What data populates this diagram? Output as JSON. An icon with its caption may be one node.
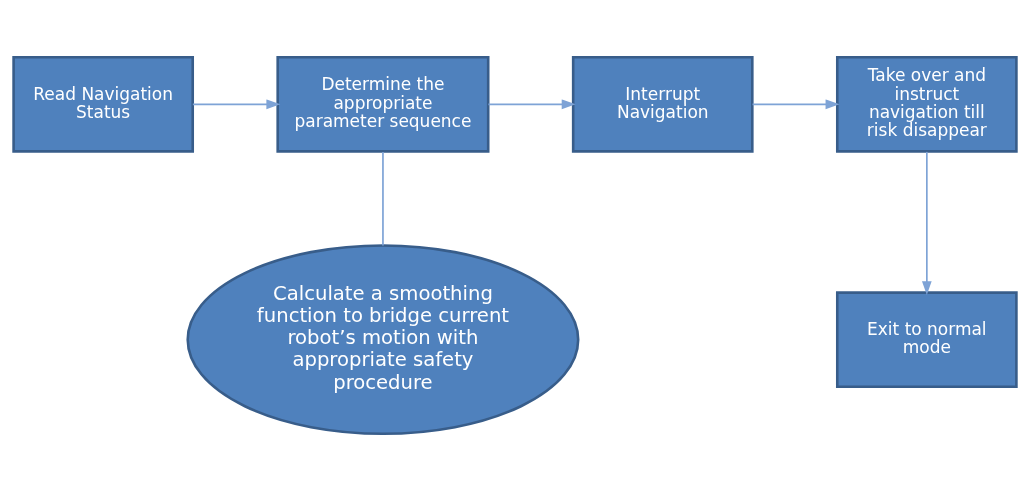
{
  "diagram": {
    "nodes": [
      {
        "text": [
          "Read Navigation Status"
        ]
      },
      {
        "text": [
          "Determine the appropriate parameter sequence"
        ]
      },
      {
        "text": [
          "Interrupt Navigation"
        ]
      },
      {
        "text": [
          "Take over and instruct navigation till risk disappear"
        ]
      },
      {
        "text": [
          "Exit to normal mode"
        ]
      },
      {
        "text": [
          "Calculate a smoothing function to bridge current robot’s motion with appropriate safety procedure"
        ]
      }
    ],
    "edges": [
      {
        "from": 0,
        "to": 1,
        "arrow": "to"
      },
      {
        "from": 1,
        "to": 2,
        "arrow": "to"
      },
      {
        "from": 2,
        "to": 3,
        "arrow": "to"
      },
      {
        "from": 3,
        "to": 4,
        "arrow": "to"
      },
      {
        "from": 1,
        "to": 5,
        "arrow": "none"
      }
    ]
  }
}
